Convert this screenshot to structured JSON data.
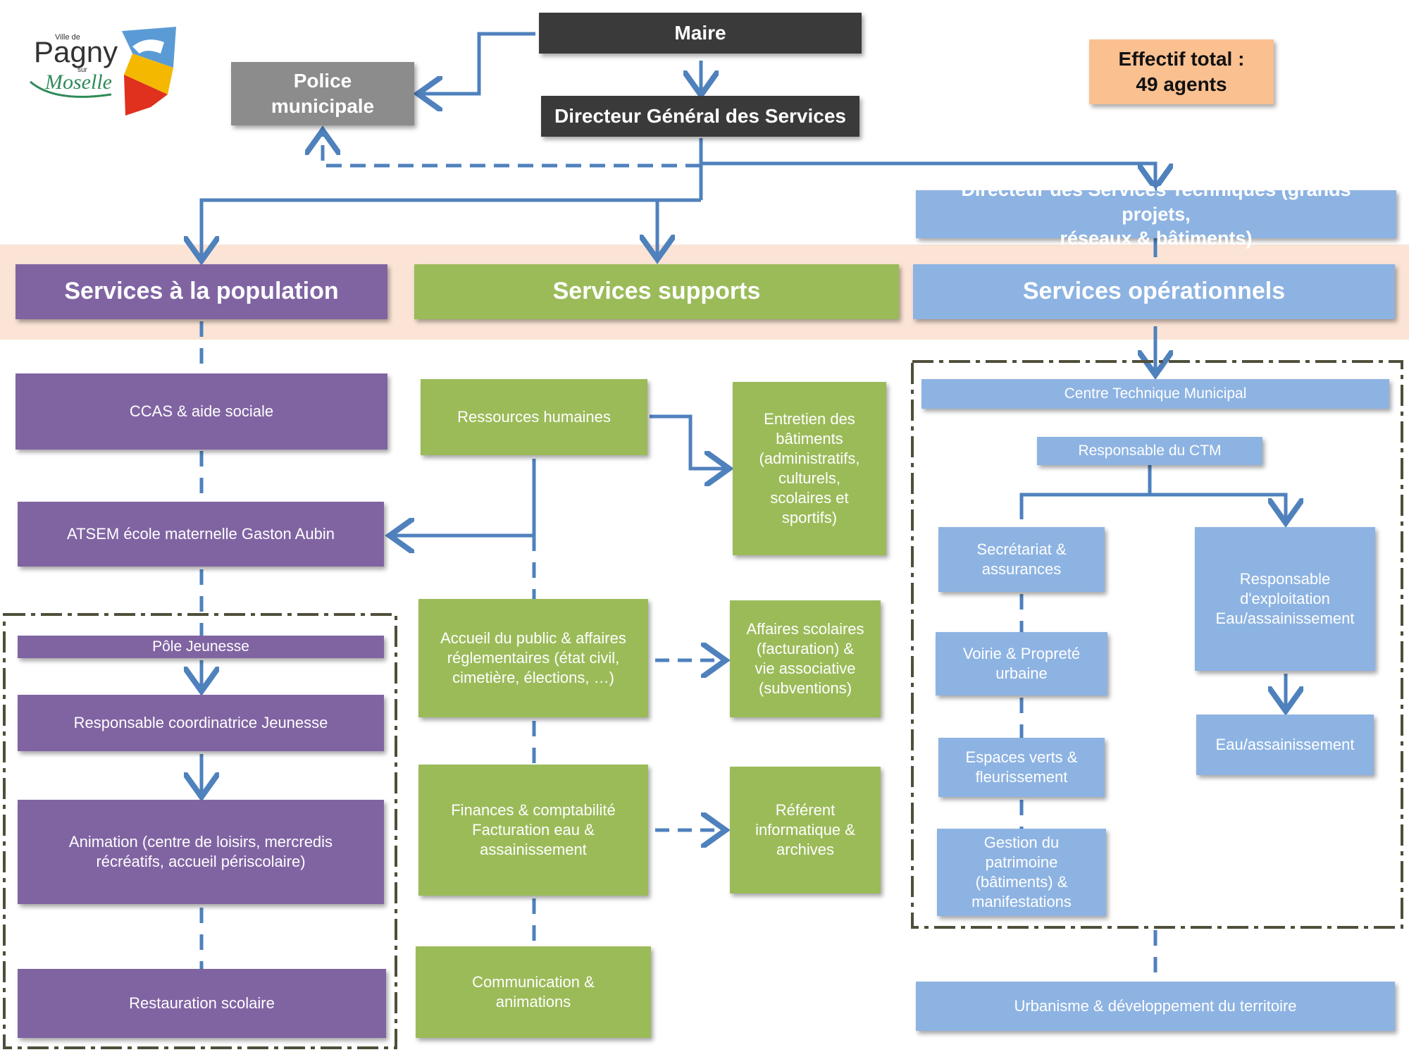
{
  "logo": {
    "small_top": "Ville de",
    "name": "Pagny",
    "small_mid": "sur",
    "script": "Moselle"
  },
  "effectif": {
    "line1": "Effectif total :",
    "line2": "49 agents"
  },
  "top": {
    "maire": "Maire",
    "police": "Police municipale",
    "dgs": "Directeur Général des Services",
    "dst": "Directeur des Services Techniques (grands projets,\nréseaux & bâtiments)"
  },
  "headers": {
    "population": "Services à la population",
    "supports": "Services supports",
    "operationnels": "Services opérationnels"
  },
  "population": {
    "ccas": "CCAS & aide sociale",
    "atsem": "ATSEM école maternelle Gaston Aubin",
    "pole": "Pôle Jeunesse",
    "resp": "Responsable coordinatrice Jeunesse",
    "animation": "Animation (centre de loisirs, mercredis\nrécréatifs, accueil périscolaire)",
    "restauration": "Restauration scolaire"
  },
  "supports": {
    "rh": "Ressources humaines",
    "entretien": "Entretien des\nbâtiments\n(administratifs,\nculturels,\nscolaires et\nsportifs)",
    "accueil": "Accueil du  public & affaires\nréglementaires (état civil,\ncimetière, élections, …)",
    "affaires": "Affaires scolaires\n(facturation)  &\nvie associative\n(subventions)",
    "finances": "Finances & comptabilité\nFacturation eau &\nassainissement",
    "referent": "Référent\ninformatique &\narchives",
    "communication": "Communication &\nanimations"
  },
  "operationnels": {
    "ctm": "Centre Technique Municipal",
    "resp_ctm": "Responsable du CTM",
    "secretariat": "Secrétariat &\nassurances",
    "voirie": "Voirie & Propreté\nurbaine",
    "espaces": "Espaces verts &\nfleurissement",
    "gestion": "Gestion du\npatrimoine\n(bâtiments) &\nmanifestations",
    "resp_eau": "Responsable\nd'exploitation\nEau/assainissement",
    "eau": "Eau/assainissement",
    "urbanisme": "Urbanisme & développement du territoire"
  },
  "colors": {
    "dark": "#3a3a3a",
    "grey": "#8c8c8c",
    "purple": "#8064a2",
    "green": "#9bbb59",
    "blue": "#8db3e2",
    "connector": "#4f81bd",
    "band": "#fbe4d5",
    "effectif": "#fac090"
  }
}
